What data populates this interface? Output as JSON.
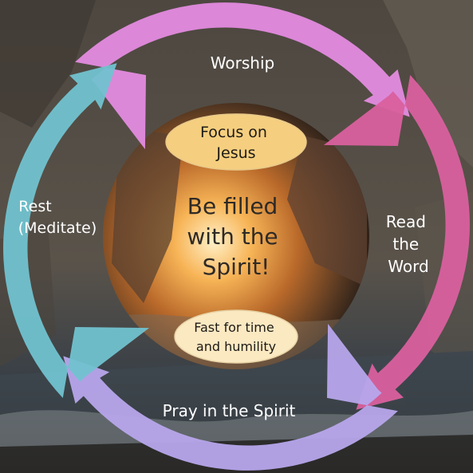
{
  "cycle": {
    "segments": [
      {
        "label_lines": [
          "Worship"
        ],
        "color": "#e48be0"
      },
      {
        "label_lines": [
          "Read",
          "the",
          "Word"
        ],
        "color": "#d9609e"
      },
      {
        "label_lines": [
          "Pray in the Spirit"
        ],
        "color": "#b7a7ec"
      },
      {
        "label_lines": [
          "Rest",
          "(Meditate)"
        ],
        "color": "#71c2d0"
      }
    ],
    "center_lines": [
      "Be filled",
      "with the",
      "Spirit!"
    ],
    "top_oval_lines": [
      "Focus on",
      "Jesus"
    ],
    "bottom_oval_lines": [
      "Fast for time",
      "and humility"
    ],
    "top_oval_color": "#f5cf7f",
    "bottom_oval_color": "#fbe9c2"
  }
}
